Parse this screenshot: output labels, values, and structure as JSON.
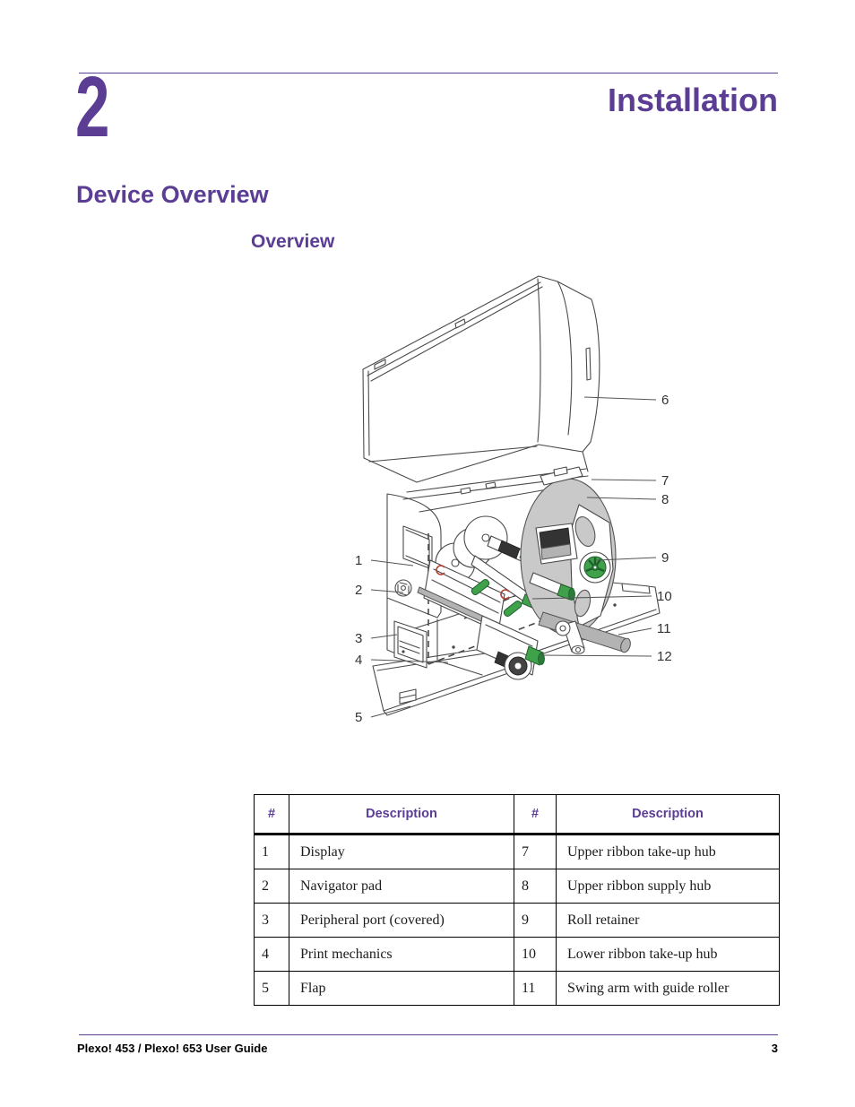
{
  "header": {
    "chapter_number": "2",
    "chapter_title": "Installation",
    "section_title": "Device Overview",
    "subsection_title": "Overview"
  },
  "accent_color": "#5b3d94",
  "diagram": {
    "description": "printer-device-overview-line-drawing",
    "callouts": [
      "1",
      "2",
      "3",
      "4",
      "5",
      "6",
      "7",
      "8",
      "9",
      "10",
      "11",
      "12"
    ],
    "part_colors": {
      "hub_green": "#3fa24b",
      "cover_gray": "#c9c9c9"
    }
  },
  "parts_table": {
    "headers": [
      "#",
      "Description",
      "#",
      "Description"
    ],
    "rows": [
      [
        "1",
        "Display",
        "7",
        "Upper ribbon take-up hub"
      ],
      [
        "2",
        "Navigator pad",
        "8",
        "Upper ribbon supply hub"
      ],
      [
        "3",
        "Peripheral port (covered)",
        "9",
        "Roll retainer"
      ],
      [
        "4",
        "Print mechanics",
        "10",
        "Lower ribbon take-up hub"
      ],
      [
        "5",
        "Flap",
        "11",
        "Swing arm with guide roller"
      ]
    ]
  },
  "footer": {
    "left": "Plexo! 453 / Plexo! 653 User Guide",
    "page_number": "3"
  }
}
